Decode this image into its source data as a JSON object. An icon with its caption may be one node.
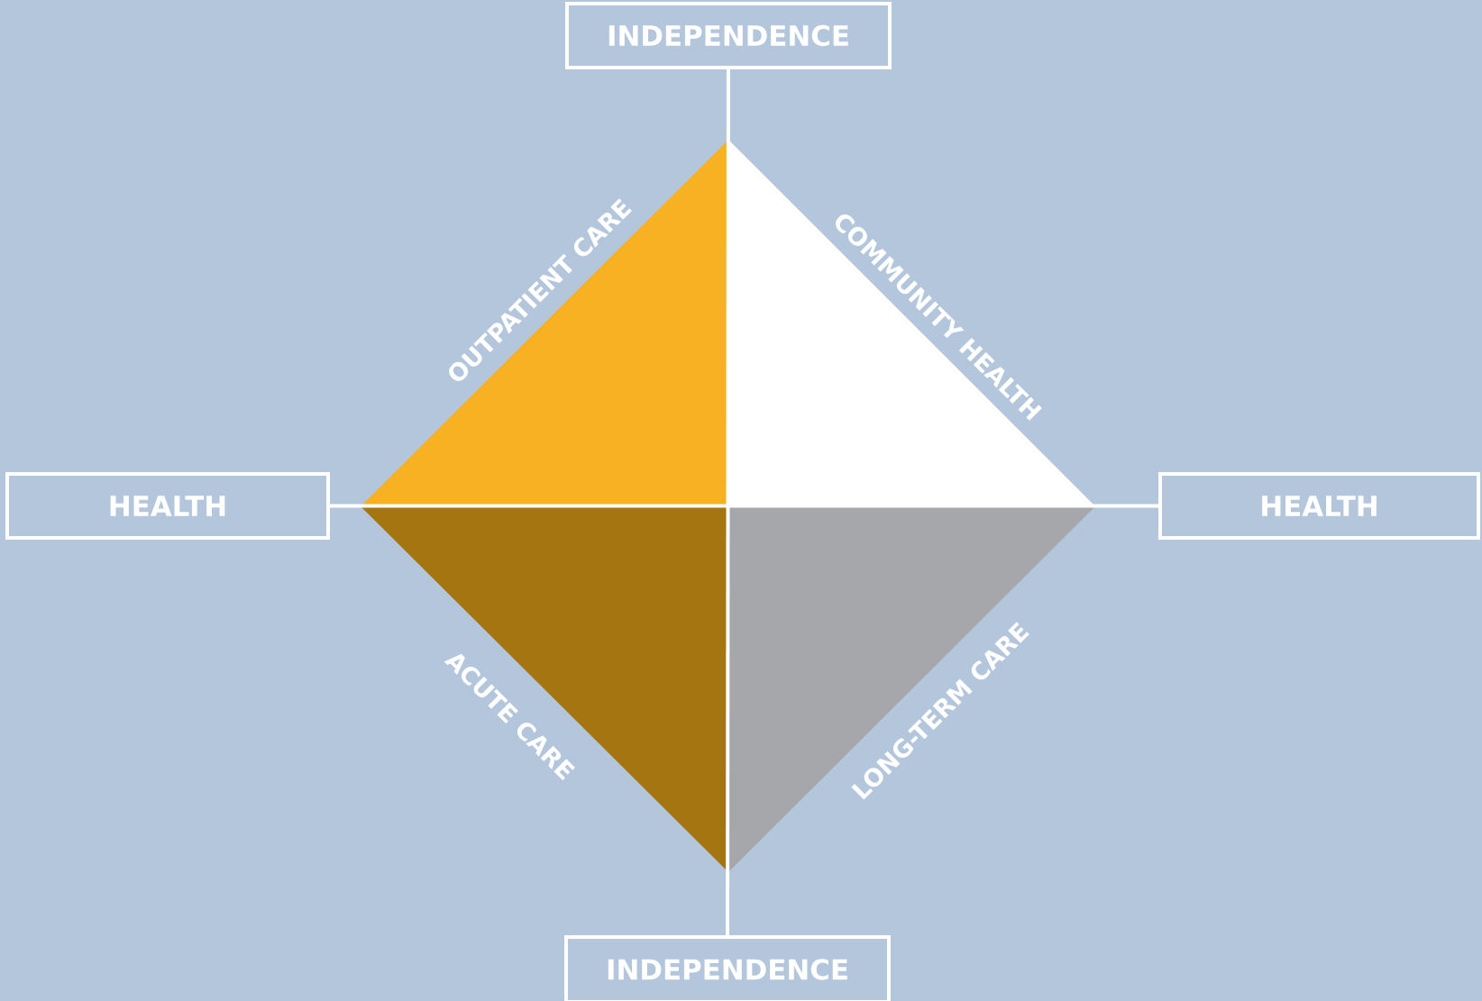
{
  "diagram": {
    "nodes": [
      {
        "text": [
          "INDEPENDENCE"
        ]
      },
      {
        "text": [
          "OUTPATIENT CARE"
        ]
      },
      {
        "text": [
          "COMMUNITY HEALTH"
        ]
      },
      {
        "text": [
          "HEALTH"
        ]
      },
      {
        "text": [
          "HEALTH"
        ]
      },
      {
        "text": [
          "ACUTE CARE"
        ]
      },
      {
        "text": [
          "LONG-TERM CARE"
        ]
      },
      {
        "text": [
          "INDEPENDENCE"
        ]
      }
    ],
    "edges": [
      {
        "from": 0,
        "to": 7,
        "arrow": "none"
      },
      {
        "from": 3,
        "to": 4,
        "arrow": "none"
      }
    ]
  }
}
